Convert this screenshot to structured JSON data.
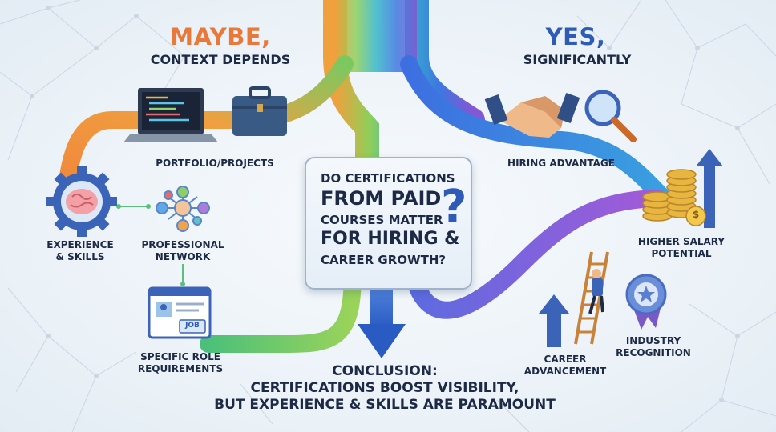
{
  "left_heading": {
    "line1": "MAYBE,",
    "line2": "CONTEXT DEPENDS"
  },
  "right_heading": {
    "line1": "YES,",
    "line2": "SIGNIFICANTLY"
  },
  "question": {
    "line1": "DO CERTIFICATIONS",
    "line2": "FROM PAID",
    "line3": "COURSES MATTER",
    "line4": "FOR HIRING &",
    "line5": "CAREER GROWTH?",
    "mark": "?"
  },
  "left_labels": {
    "portfolio": "PORTFOLIO/PROJECTS",
    "experience_1": "EXPERIENCE",
    "experience_2": "& SKILLS",
    "network_1": "PROFESSIONAL",
    "network_2": "NETWORK",
    "specific_1": "SPECIFIC ROLE",
    "specific_2": "REQUIREMENTS",
    "job_tag": "JOB"
  },
  "right_labels": {
    "hiring": "HIRING ADVANTAGE",
    "salary_1": "HIGHER SALARY",
    "salary_2": "POTENTIAL",
    "career_1": "CAREER",
    "career_2": "ADVANCEMENT",
    "industry_1": "INDUSTRY",
    "industry_2": "RECOGNITION",
    "coin_symbol": "$"
  },
  "conclusion": {
    "line1": "CONCLUSION:",
    "line2": "CERTIFICATIONS BOOST VISIBILITY,",
    "line3": "BUT EXPERIENCE & SKILLS ARE PARAMOUNT"
  },
  "colors": {
    "maybe": "#e8793a",
    "text": "#1c2a45",
    "path_orange": "#f08a3c",
    "path_green": "#6cc36b",
    "path_teal": "#2fb6c8",
    "path_blue": "#3b6fe0",
    "path_purple": "#8b5bd6",
    "arrow_blue": "#2f64c9"
  }
}
